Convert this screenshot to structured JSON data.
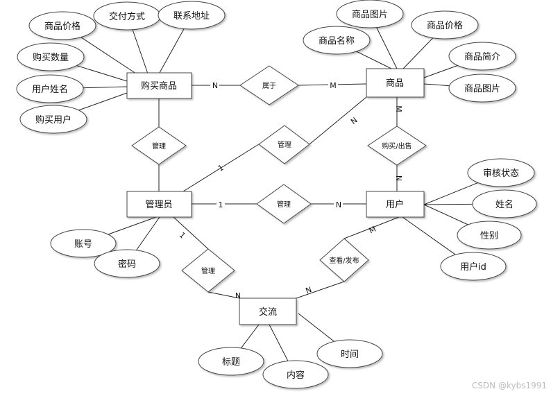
{
  "entities": {
    "purchase": "购买商品",
    "goods": "商品",
    "admin": "管理员",
    "user": "用户",
    "exchange": "交流"
  },
  "attributes": {
    "purchase_price": "商品价格",
    "payment_method": "交付方式",
    "contact_address": "联系地址",
    "purchase_qty": "购买数量",
    "user_name": "用户姓名",
    "buyer": "购买用户",
    "goods_image_1": "商品图片",
    "goods_name": "商品名称",
    "goods_price": "商品价格",
    "goods_intro": "商品简介",
    "goods_image_2": "商品图片",
    "review_status": "审核状态",
    "name": "姓名",
    "gender": "性别",
    "user_id": "用户id",
    "account": "账号",
    "password": "密码",
    "title": "标题",
    "content": "内容",
    "time": "时间"
  },
  "relationships": {
    "belongs_to": "属于",
    "manage_purchase": "管理",
    "manage_goods": "管理",
    "manage_user": "管理",
    "buy_sell": "购买/出售",
    "manage_exchange": "管理",
    "view_publish": "查看/发布"
  },
  "cardinalities": {
    "belongs_purchase": "N",
    "belongs_goods": "M",
    "goods_admin_n": "N",
    "goods_admin_1": "1",
    "goods_buy_m": "M",
    "user_buy_n": "N",
    "admin_user_1": "1",
    "admin_user_n": "N",
    "admin_exchange_1": "1",
    "admin_exchange_n": "N",
    "exchange_user_n": "N",
    "exchange_user_m": "M"
  },
  "watermark": "CSDN @kybs1991"
}
